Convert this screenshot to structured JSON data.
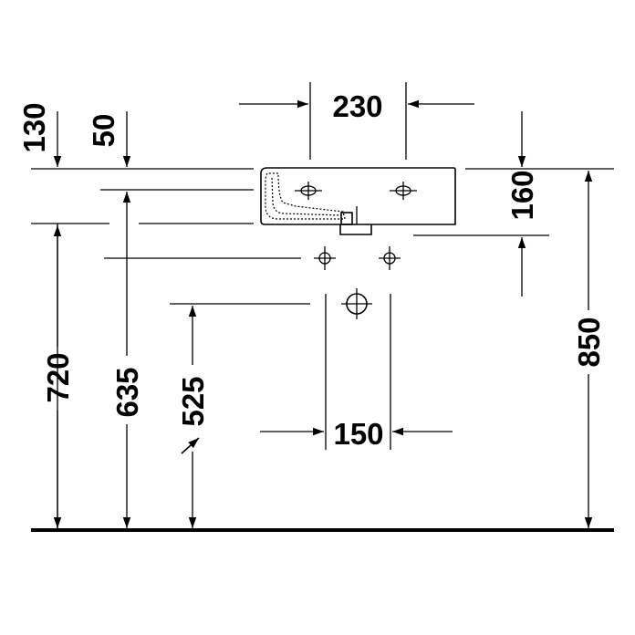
{
  "dimensions": {
    "d130": "130",
    "d50": "50",
    "d230": "230",
    "d160": "160",
    "d720": "720",
    "d635": "635",
    "d525": "525",
    "d150": "150",
    "d850": "850"
  },
  "colors": {
    "ink": "#000000",
    "background": "#ffffff"
  }
}
